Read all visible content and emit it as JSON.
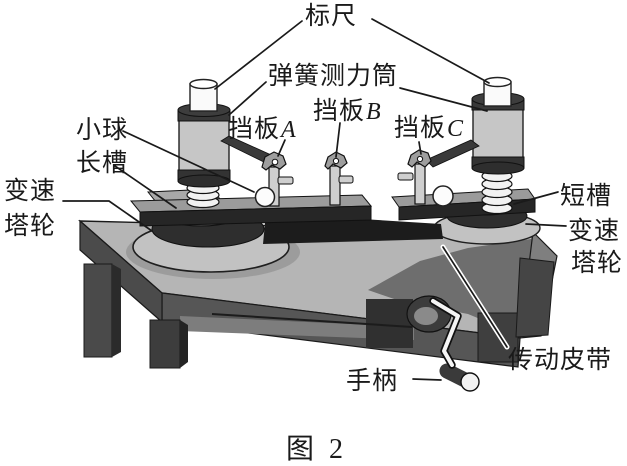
{
  "palette": {
    "ink": "#1a1a1a",
    "paper": "#ffffff",
    "table_top": "#b5b5b5",
    "table_front": "#565656",
    "metal_light": "#c6c6c6",
    "metal_dark": "#333333",
    "belt": "#1c1c1c"
  },
  "figure": {
    "caption": "图 2",
    "labels": {
      "ruler": "标尺",
      "spring_cylinder": "弹簧测力筒",
      "baffle_prefix": "挡板",
      "baffle_a_letter": "A",
      "baffle_b_letter": "B",
      "baffle_c_letter": "C",
      "ball": "小球",
      "long_slot": "长槽",
      "short_slot": "短槽",
      "tower_wheel_line1": "变速",
      "tower_wheel_line2": "塔轮",
      "drive_belt": "传动皮带",
      "handle": "手柄"
    }
  }
}
